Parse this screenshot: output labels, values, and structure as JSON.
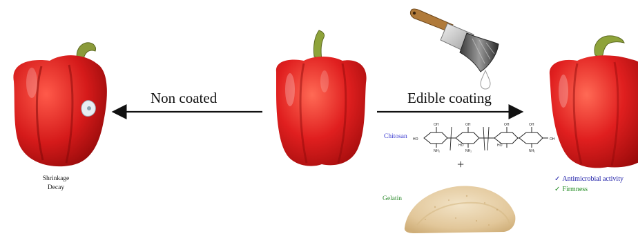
{
  "arrows": {
    "left_label": "Non coated",
    "right_label": "Edible coating"
  },
  "left_outcome": {
    "line1": "Shrinkage",
    "line2": "Decay"
  },
  "coating": {
    "component1": "Chitosan",
    "operator": "+",
    "component2": "Gelatin"
  },
  "benefits": [
    {
      "check": "✓",
      "text": "Antimicrobial activity",
      "color": "#1a1aa6"
    },
    {
      "check": "✓",
      "text": "Firmness",
      "color": "#1f8a1f"
    }
  ],
  "colors": {
    "chitosan_label": "#3a3ad0",
    "gelatin_label": "#2e8b2e",
    "pepper_red": "#d81e1e",
    "stem_green": "#8a9a3a"
  },
  "icons": [
    "brush-icon",
    "droplet-icon",
    "pepper-icon",
    "gelatin-powder-icon",
    "chitosan-structure-icon"
  ]
}
